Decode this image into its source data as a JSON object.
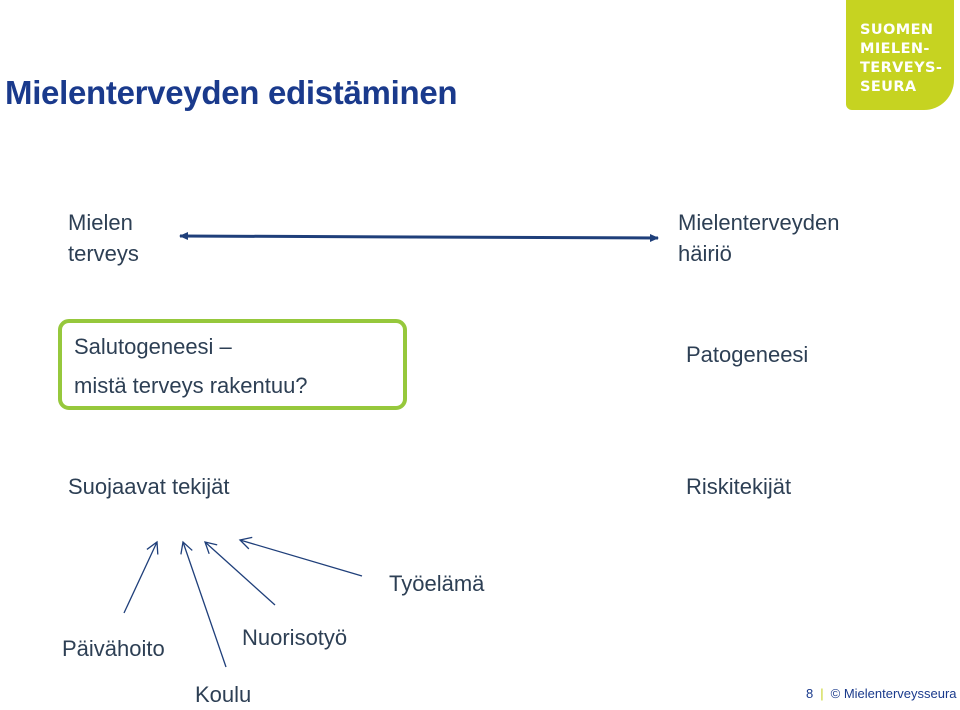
{
  "slide": {
    "title": "Mielenterveyden edistäminen",
    "logo": {
      "lines": [
        "SUOMEN",
        "MIELEN-",
        "TERVEYS-",
        "SEURA"
      ],
      "color": "#c6d321"
    },
    "spectrum": {
      "left_line1": "Mielen",
      "left_line2": "terveys",
      "right_line1": "Mielenterveyden",
      "right_line2": "häiriö"
    },
    "salutogenesis": {
      "line1": "Salutogeneesi –",
      "line2": "mistä terveys rakentuu?",
      "border_color": "#96c83c"
    },
    "pathogenesis": "Patogeneesi",
    "protective_factors": "Suojaavat tekijät",
    "risk_factors": "Riskitekijät",
    "factors": {
      "work": "Työelämä",
      "youth_work": "Nuorisotyö",
      "daycare": "Päivähoito",
      "school": "Koulu"
    },
    "footer": {
      "page_number": "8",
      "copyright": "© Mielenterveysseura"
    },
    "colors": {
      "title": "#1a3a8c",
      "text": "#2d3f54",
      "arrow": "#1f3f7a",
      "accent": "#c6d321"
    }
  }
}
